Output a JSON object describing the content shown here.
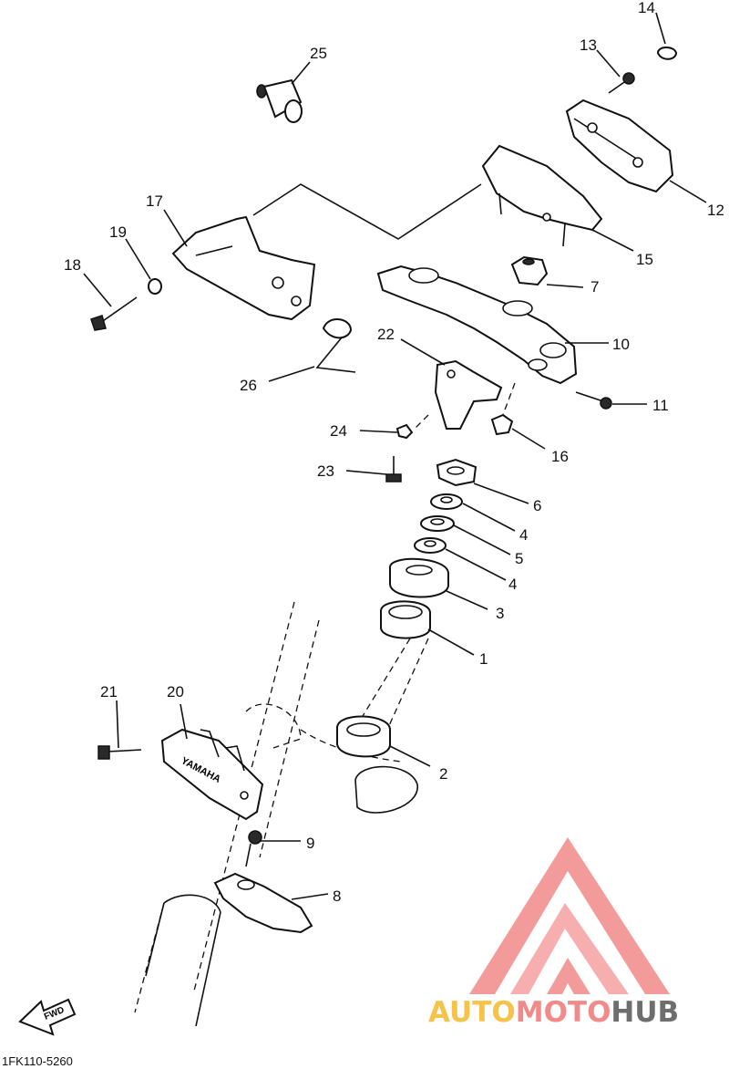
{
  "diagram": {
    "drawing_code": "1FK110-5260",
    "part_labels": {
      "p1": "1",
      "p2": "2",
      "p3": "3",
      "p4a": "4",
      "p4b": "4",
      "p5": "5",
      "p6": "6",
      "p7": "7",
      "p8": "8",
      "p9": "9",
      "p10": "10",
      "p11": "11",
      "p12": "12",
      "p13": "13",
      "p14": "14",
      "p15": "15",
      "p16": "16",
      "p17": "17",
      "p18": "18",
      "p19": "19",
      "p20": "20",
      "p21": "21",
      "p22": "22",
      "p23": "23",
      "p24": "24",
      "p25": "25",
      "p26": "26"
    },
    "fwd_label": "FWD",
    "bracket_text": "YAMAHA"
  },
  "watermark": {
    "part1": "AUTO",
    "part2": "MOTO",
    "part3": "HUB",
    "colors": {
      "auto": "#f5c24a",
      "moto": "#f28a8a",
      "hub": "#6e6e6e",
      "triangle": "#f28a8a"
    }
  }
}
